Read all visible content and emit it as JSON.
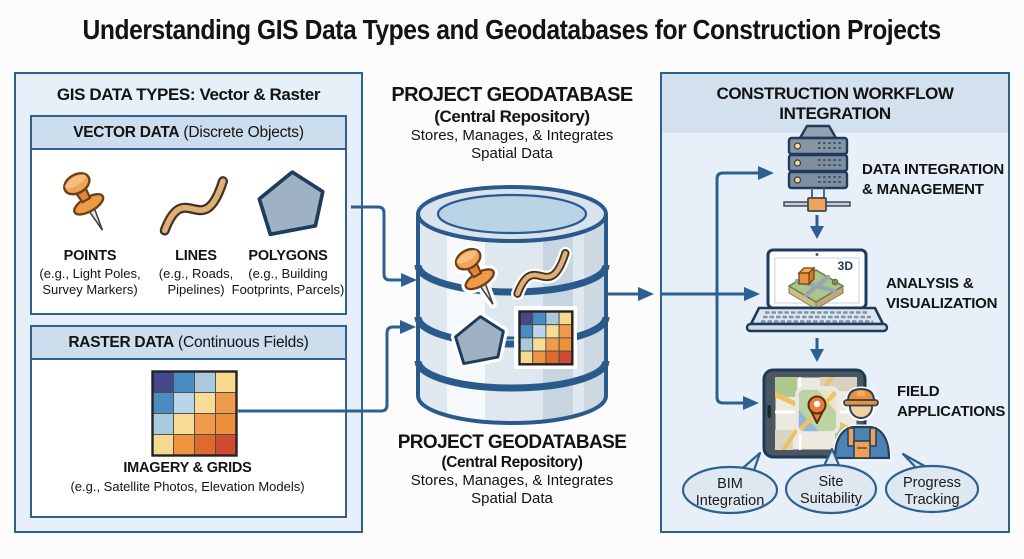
{
  "title": "Understanding GIS Data Types and Geodatabases for Construction Projects",
  "left_panel": {
    "header": "GIS DATA TYPES: Vector & Raster",
    "vector": {
      "header_bold": "VECTOR DATA",
      "header_rest": " (Discrete Objects)",
      "items": [
        {
          "label": "POINTS",
          "example": "(e.g., Light Poles, Survey Markers)",
          "icon": "pushpin-icon"
        },
        {
          "label": "LINES",
          "example": "(e.g., Roads, Pipelines)",
          "icon": "curve-line-icon"
        },
        {
          "label": "POLYGONS",
          "example": "(e.g., Building Footprints, Parcels)",
          "icon": "polygon-icon"
        }
      ]
    },
    "raster": {
      "header_bold": "RASTER DATA",
      "header_rest": " (Continuous Fields)",
      "item": {
        "label": "IMAGERY & GRIDS",
        "example": "(e.g., Satellite Photos, Elevation Models)",
        "icon": "raster-grid-icon"
      }
    }
  },
  "center": {
    "top": {
      "title": "PROJECT GEODATABASE",
      "subtitle": "(Central Repository)",
      "line1": "Stores, Manages, & Integrates",
      "line2": "Spatial Data"
    },
    "bottom": {
      "title": "PROJECT GEODATABASE",
      "subtitle": "(Central Repository)",
      "line1": "Stores, Manages, & Integrates",
      "line2": "Spatial Data"
    }
  },
  "right_panel": {
    "header": "CONSTRUCTION WORKFLOW INTEGRATION",
    "steps": [
      {
        "line1": "DATA INTEGRATION",
        "line2": "& MANAGEMENT",
        "icon": "server-stack-icon"
      },
      {
        "line1": "ANALYSIS &",
        "line2": "VISUALIZATION",
        "icon": "laptop-3d-map-icon",
        "badge": "3D"
      },
      {
        "line1": "FIELD",
        "line2": "APPLICATIONS",
        "icon": "tablet-map-worker-icon"
      }
    ],
    "bubbles": [
      {
        "line1": "BIM",
        "line2": "Integration"
      },
      {
        "line1": "Site",
        "line2": "Suitability"
      },
      {
        "line1": "Progress",
        "line2": "Tracking"
      }
    ]
  },
  "raster_grid": {
    "colors": [
      [
        "#44498e",
        "#4a8cc2",
        "#a9cade",
        "#f6d98e"
      ],
      [
        "#4a8cc2",
        "#b9d6e8",
        "#f6dc96",
        "#f09a4b"
      ],
      [
        "#a9cade",
        "#f6dc96",
        "#f09a4b",
        "#ee8f3e"
      ],
      [
        "#f6d98e",
        "#ee9440",
        "#e06a2e",
        "#d14b32"
      ]
    ]
  },
  "colors": {
    "accent_blue": "#2d6091",
    "box_border": "#2f608f",
    "panel_bg": "#e7f0f8",
    "header_band": "#ccdded",
    "orange": "#ef9d4a",
    "bubble_fill": "#dde8f1"
  }
}
